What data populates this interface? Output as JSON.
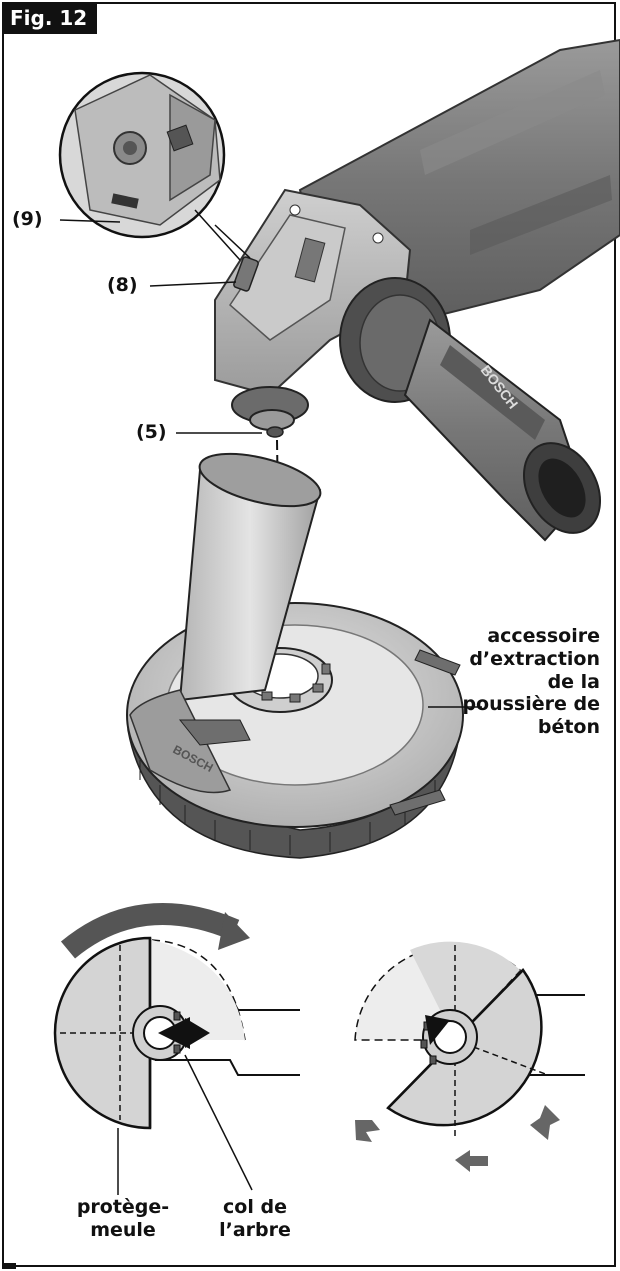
{
  "figure": {
    "tag": "Fig. 12"
  },
  "callouts": {
    "c9": "(9)",
    "c8": "(8)",
    "c5": "(5)"
  },
  "accessory_label": [
    "accessoire",
    "d’extraction",
    "de la",
    "poussière de",
    "béton"
  ],
  "tool_branding": {
    "handle": "BOSCH",
    "shroud": "BOSCH"
  },
  "bottom_labels": {
    "guard": [
      "protège-",
      "meule"
    ],
    "collar": [
      "col de",
      "l’arbre"
    ]
  },
  "colors": {
    "ink": "#111111",
    "tool_body": "#7c7c7c",
    "tool_light": "#bdbdbd",
    "guard_fill": "#d4d4d4",
    "panel_light": "#ececec"
  }
}
